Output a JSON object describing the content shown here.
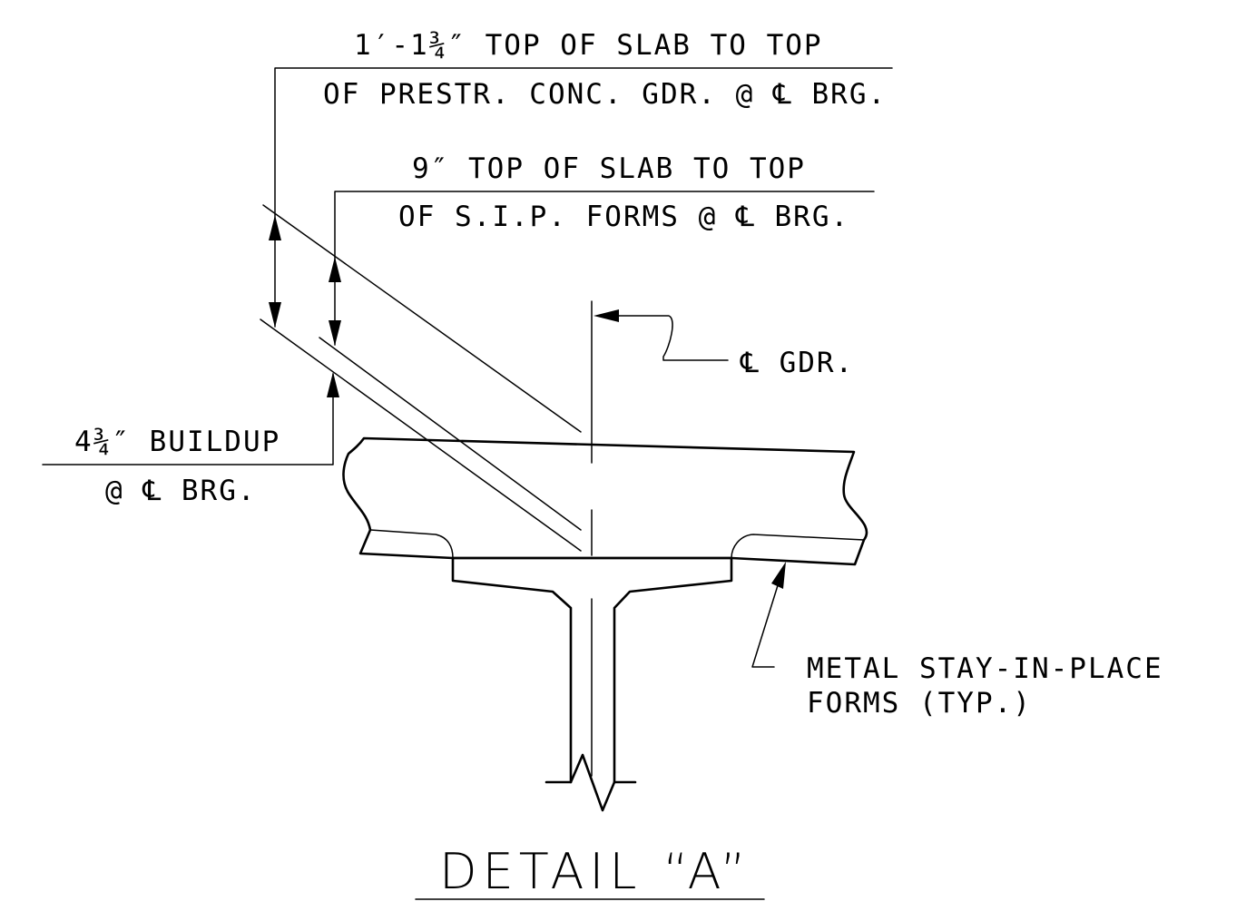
{
  "title": "DETAIL “A”",
  "notes": {
    "top_girder_line1": "1′-1¾″ TOP OF SLAB TO TOP",
    "top_girder_line2": "OF PRESTR. CONC. GDR. @ ℄ BRG.",
    "sip_line1": "9″ TOP OF SLAB TO TOP",
    "sip_line2": "OF S.I.P. FORMS @ ℄ BRG.",
    "centerline_girder": "℄ GDR.",
    "buildup_line1": "4¾″ BUILDUP",
    "buildup_line2": "@ ℄ BRG.",
    "forms_line1": "METAL STAY-IN-PLACE",
    "forms_line2": "FORMS (TYP.)"
  }
}
